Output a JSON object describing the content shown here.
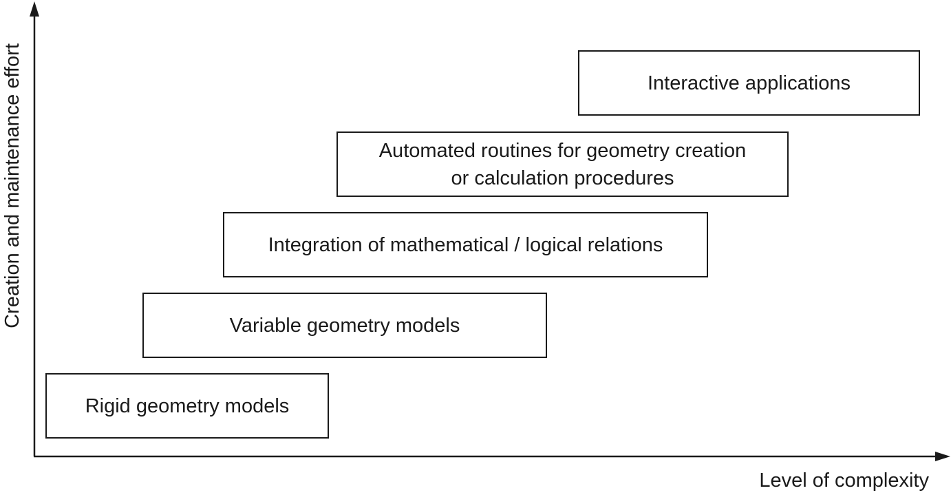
{
  "diagram": {
    "y_axis_label": "Creation and maintenance effort",
    "x_axis_label": "Level of complexity",
    "boxes": [
      {
        "label": "Rigid geometry models"
      },
      {
        "label": "Variable geometry models"
      },
      {
        "label": "Integration of mathematical / logical relations"
      },
      {
        "label": "Automated routines for geometry creation\nor calculation procedures"
      },
      {
        "label": "Interactive applications"
      }
    ]
  }
}
